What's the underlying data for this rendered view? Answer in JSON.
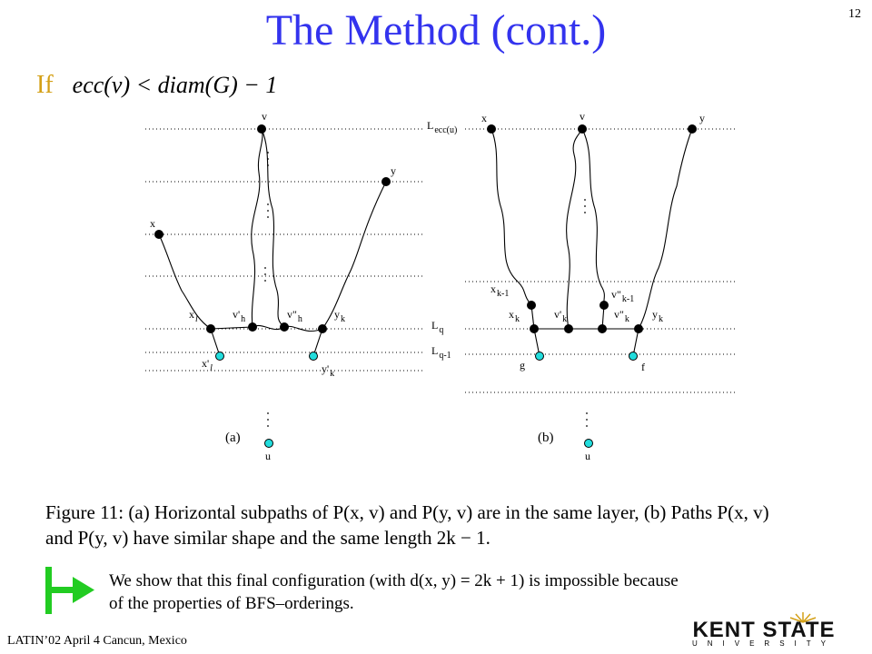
{
  "slide": {
    "title": "The Method (cont.)",
    "number": "12",
    "if_word": "If",
    "condition": "ecc(v) < diam(G) − 1"
  },
  "figure": {
    "a": {
      "label": "(a)",
      "nodes": {
        "v": "v",
        "x": "x",
        "y": "y",
        "u": "u",
        "xl": "x",
        "xl_sub": "l",
        "vh1": "v'",
        "vh1_sub": "h",
        "vh2": "v\"",
        "vh2_sub": "h",
        "yk": "y",
        "yk_sub": "k",
        "xl2": "x'",
        "xl2_sub": "l",
        "yk2": "y'",
        "yk2_sub": "k"
      }
    },
    "b": {
      "label": "(b)",
      "nodes": {
        "x": "x",
        "v": "v",
        "y": "y",
        "u": "u",
        "g": "g",
        "f": "f",
        "xk1": "x",
        "xk1_sub": "k-1",
        "vk1": "v\"",
        "vk1_sub": "k-1",
        "xk": "x",
        "xk_sub": "k",
        "vk_a": "v'",
        "vk_a_sub": "k",
        "vk_b": "v\"",
        "vk_b_sub": "k",
        "yk": "y",
        "yk_sub": "k"
      },
      "layers": {
        "ecc": "L",
        "ecc_sub": "ecc(u)",
        "q": "L",
        "q_sub": "q",
        "q1": "L",
        "q1_sub": "q-1"
      }
    },
    "caption_line1": "Figure 11: (a) Horizontal subpaths of P(x, v) and P(y, v) are in the same layer, (b) Paths P(x, v)",
    "caption_line2": "and P(y, v) have similar shape and the same length 2k − 1."
  },
  "conclusion": {
    "line1": "We show that this final configuration (with d(x, y) = 2k + 1) is impossible because",
    "line2": "of the properties of BFS–orderings."
  },
  "footer": {
    "text": "LATIN’02  April 4   Cancun, Mexico"
  },
  "logo": {
    "name": "KENT STATE",
    "sub": "UNIVERSITY"
  },
  "colors": {
    "title": "#3333ee",
    "if": "#d4a017",
    "arrow": "#22cc22",
    "light_node": "#22dddd"
  }
}
